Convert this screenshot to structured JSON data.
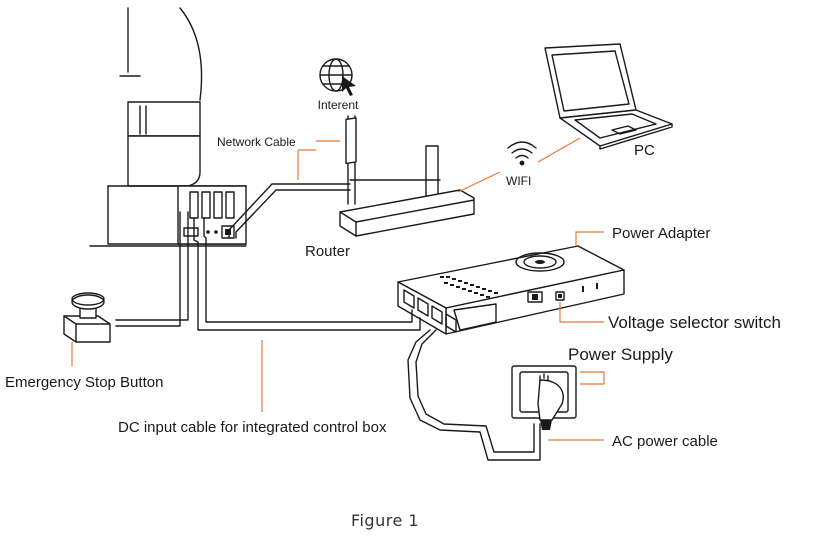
{
  "colors": {
    "leader": "#e07b39",
    "line": "#1a1a1a"
  },
  "labels": {
    "internet": "Interent",
    "network_cable": "Network Cable",
    "router": "Router",
    "wifi": "WIFI",
    "pc": "PC",
    "power_adapter": "Power  Adapter",
    "voltage_selector": "Voltage selector switch",
    "power_supply": "Power Supply",
    "emergency_stop": "Emergency Stop Button",
    "dc_input_cable": "DC input cable for integrated control box",
    "ac_power_cable": "AC power cable"
  },
  "caption": "Figure 1",
  "icons": [
    "globe-icon",
    "cursor-icon",
    "wifi-icon",
    "laptop-icon",
    "router-icon",
    "power-adapter-icon",
    "wall-socket-icon",
    "plug-icon",
    "robot-base-icon",
    "estop-icon"
  ]
}
